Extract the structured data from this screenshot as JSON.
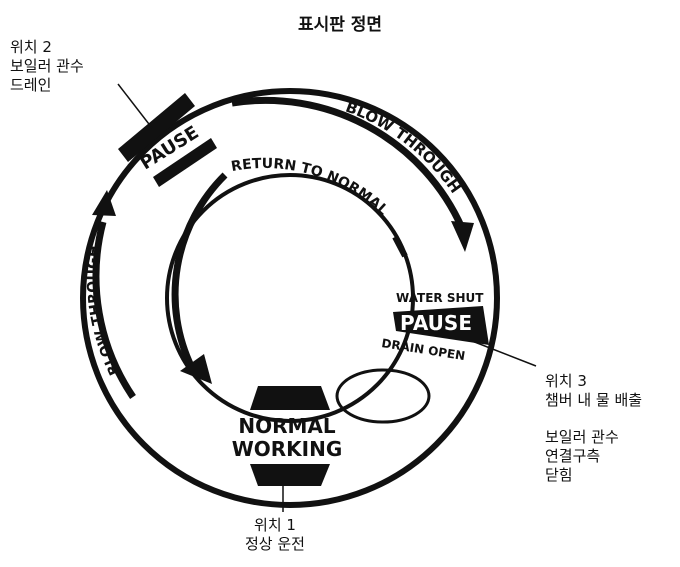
{
  "title": "표시판 정면",
  "positions": {
    "pos2": {
      "name": "위치 2",
      "desc": [
        "보일러 관수",
        "드레인"
      ]
    },
    "pos3": {
      "name": "위치 3",
      "desc": [
        "챔버 내 물 배출"
      ],
      "extra": [
        "보일러 관수",
        "연결구측",
        "닫힘"
      ]
    },
    "pos1": {
      "name": "위치 1",
      "desc": [
        "정상 운전"
      ]
    }
  },
  "dial": {
    "blow_through_top": "BLOW THROUGH",
    "blow_through_left": "BLOW THROUGH",
    "return_to_normal": "RETURN TO NORMAL",
    "pause_top": "PAUSE",
    "pause_right": "PAUSE",
    "water_shut": "WATER SHUT",
    "drain_open": "DRAIN OPEN",
    "normal": "NORMAL",
    "working": "WORKING"
  },
  "colors": {
    "ink": "#111111",
    "background": "#ffffff"
  }
}
